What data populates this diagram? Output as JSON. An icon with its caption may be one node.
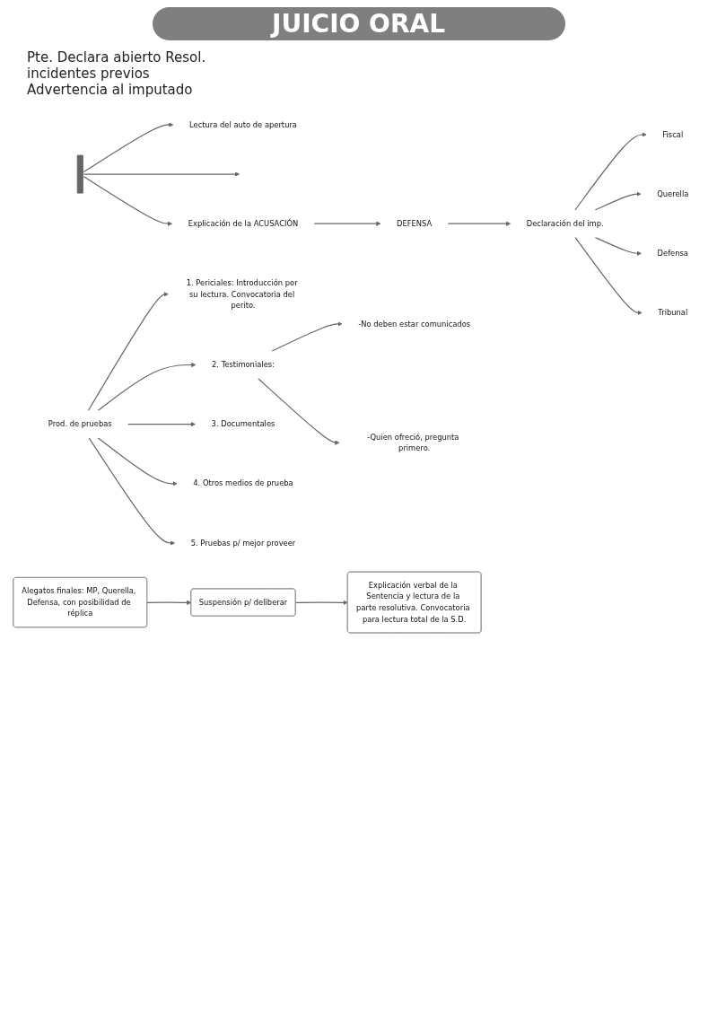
{
  "diagram": {
    "title": "JUICIO ORAL",
    "nodes": [
      {
        "text": [
          "Lectura del auto de apertura"
        ]
      },
      {
        "text": [],
        "shape": "bar"
      },
      {
        "text": [
          "Explicación de la ACUSACIÓN"
        ]
      },
      {
        "text": [
          "DEFENSA"
        ]
      },
      {
        "text": [
          "Declaración del imp."
        ]
      },
      {
        "text": [
          "Fiscal"
        ]
      },
      {
        "text": [
          "Querella"
        ]
      },
      {
        "text": [
          "Defensa"
        ]
      },
      {
        "text": [
          "Tribunal"
        ]
      },
      {
        "text": [
          "Prod. de pruebas"
        ]
      },
      {
        "text": [
          "1. Periciales: Introducción por su lectura. Convocatoria del perito."
        ]
      },
      {
        "text": [
          "2. Testimoniales:"
        ]
      },
      {
        "text": [
          "3. Documentales"
        ]
      },
      {
        "text": [
          "4. Otros medios de prueba"
        ]
      },
      {
        "text": [
          "5. Pruebas p/ mejor proveer"
        ]
      },
      {
        "text": [
          "-No deben estar comunicados"
        ]
      },
      {
        "text": [
          "-Quien ofreció, pregunta primero."
        ]
      },
      {
        "text": [
          "Alegatos finales: MP, Querella, Defensa, con posibilidad de réplica"
        ]
      },
      {
        "text": [
          "Suspensión p/ deliberar"
        ]
      },
      {
        "text": [
          "Explicación verbal de la Sentencia y lectura de la parte resolutiva. Convocatoria para lectura total de la S.D."
        ]
      }
    ],
    "edges": [
      {
        "from": 1,
        "to": 0,
        "arrow": "to"
      },
      {
        "from": 1,
        "to": null,
        "arrow": "to"
      },
      {
        "from": 1,
        "to": 2,
        "arrow": "to"
      },
      {
        "from": 2,
        "to": 3,
        "arrow": "to"
      },
      {
        "from": 3,
        "to": 4,
        "arrow": "to"
      },
      {
        "from": 4,
        "to": 5,
        "arrow": "to"
      },
      {
        "from": 4,
        "to": 6,
        "arrow": "to"
      },
      {
        "from": 4,
        "to": 7,
        "arrow": "to"
      },
      {
        "from": 4,
        "to": 8,
        "arrow": "to"
      },
      {
        "from": 9,
        "to": 10,
        "arrow": "to"
      },
      {
        "from": 9,
        "to": 11,
        "arrow": "to"
      },
      {
        "from": 9,
        "to": 12,
        "arrow": "to"
      },
      {
        "from": 9,
        "to": 13,
        "arrow": "to"
      },
      {
        "from": 9,
        "to": 14,
        "arrow": "to"
      },
      {
        "from": 11,
        "to": 15,
        "arrow": "to"
      },
      {
        "from": 11,
        "to": 16,
        "arrow": "to"
      },
      {
        "from": 17,
        "to": 18,
        "arrow": "to"
      },
      {
        "from": 18,
        "to": 19,
        "arrow": "to"
      }
    ],
    "labels": [
      "Pte. Declara abierto Resol. incidentes previos Advertencia al imputado"
    ]
  }
}
